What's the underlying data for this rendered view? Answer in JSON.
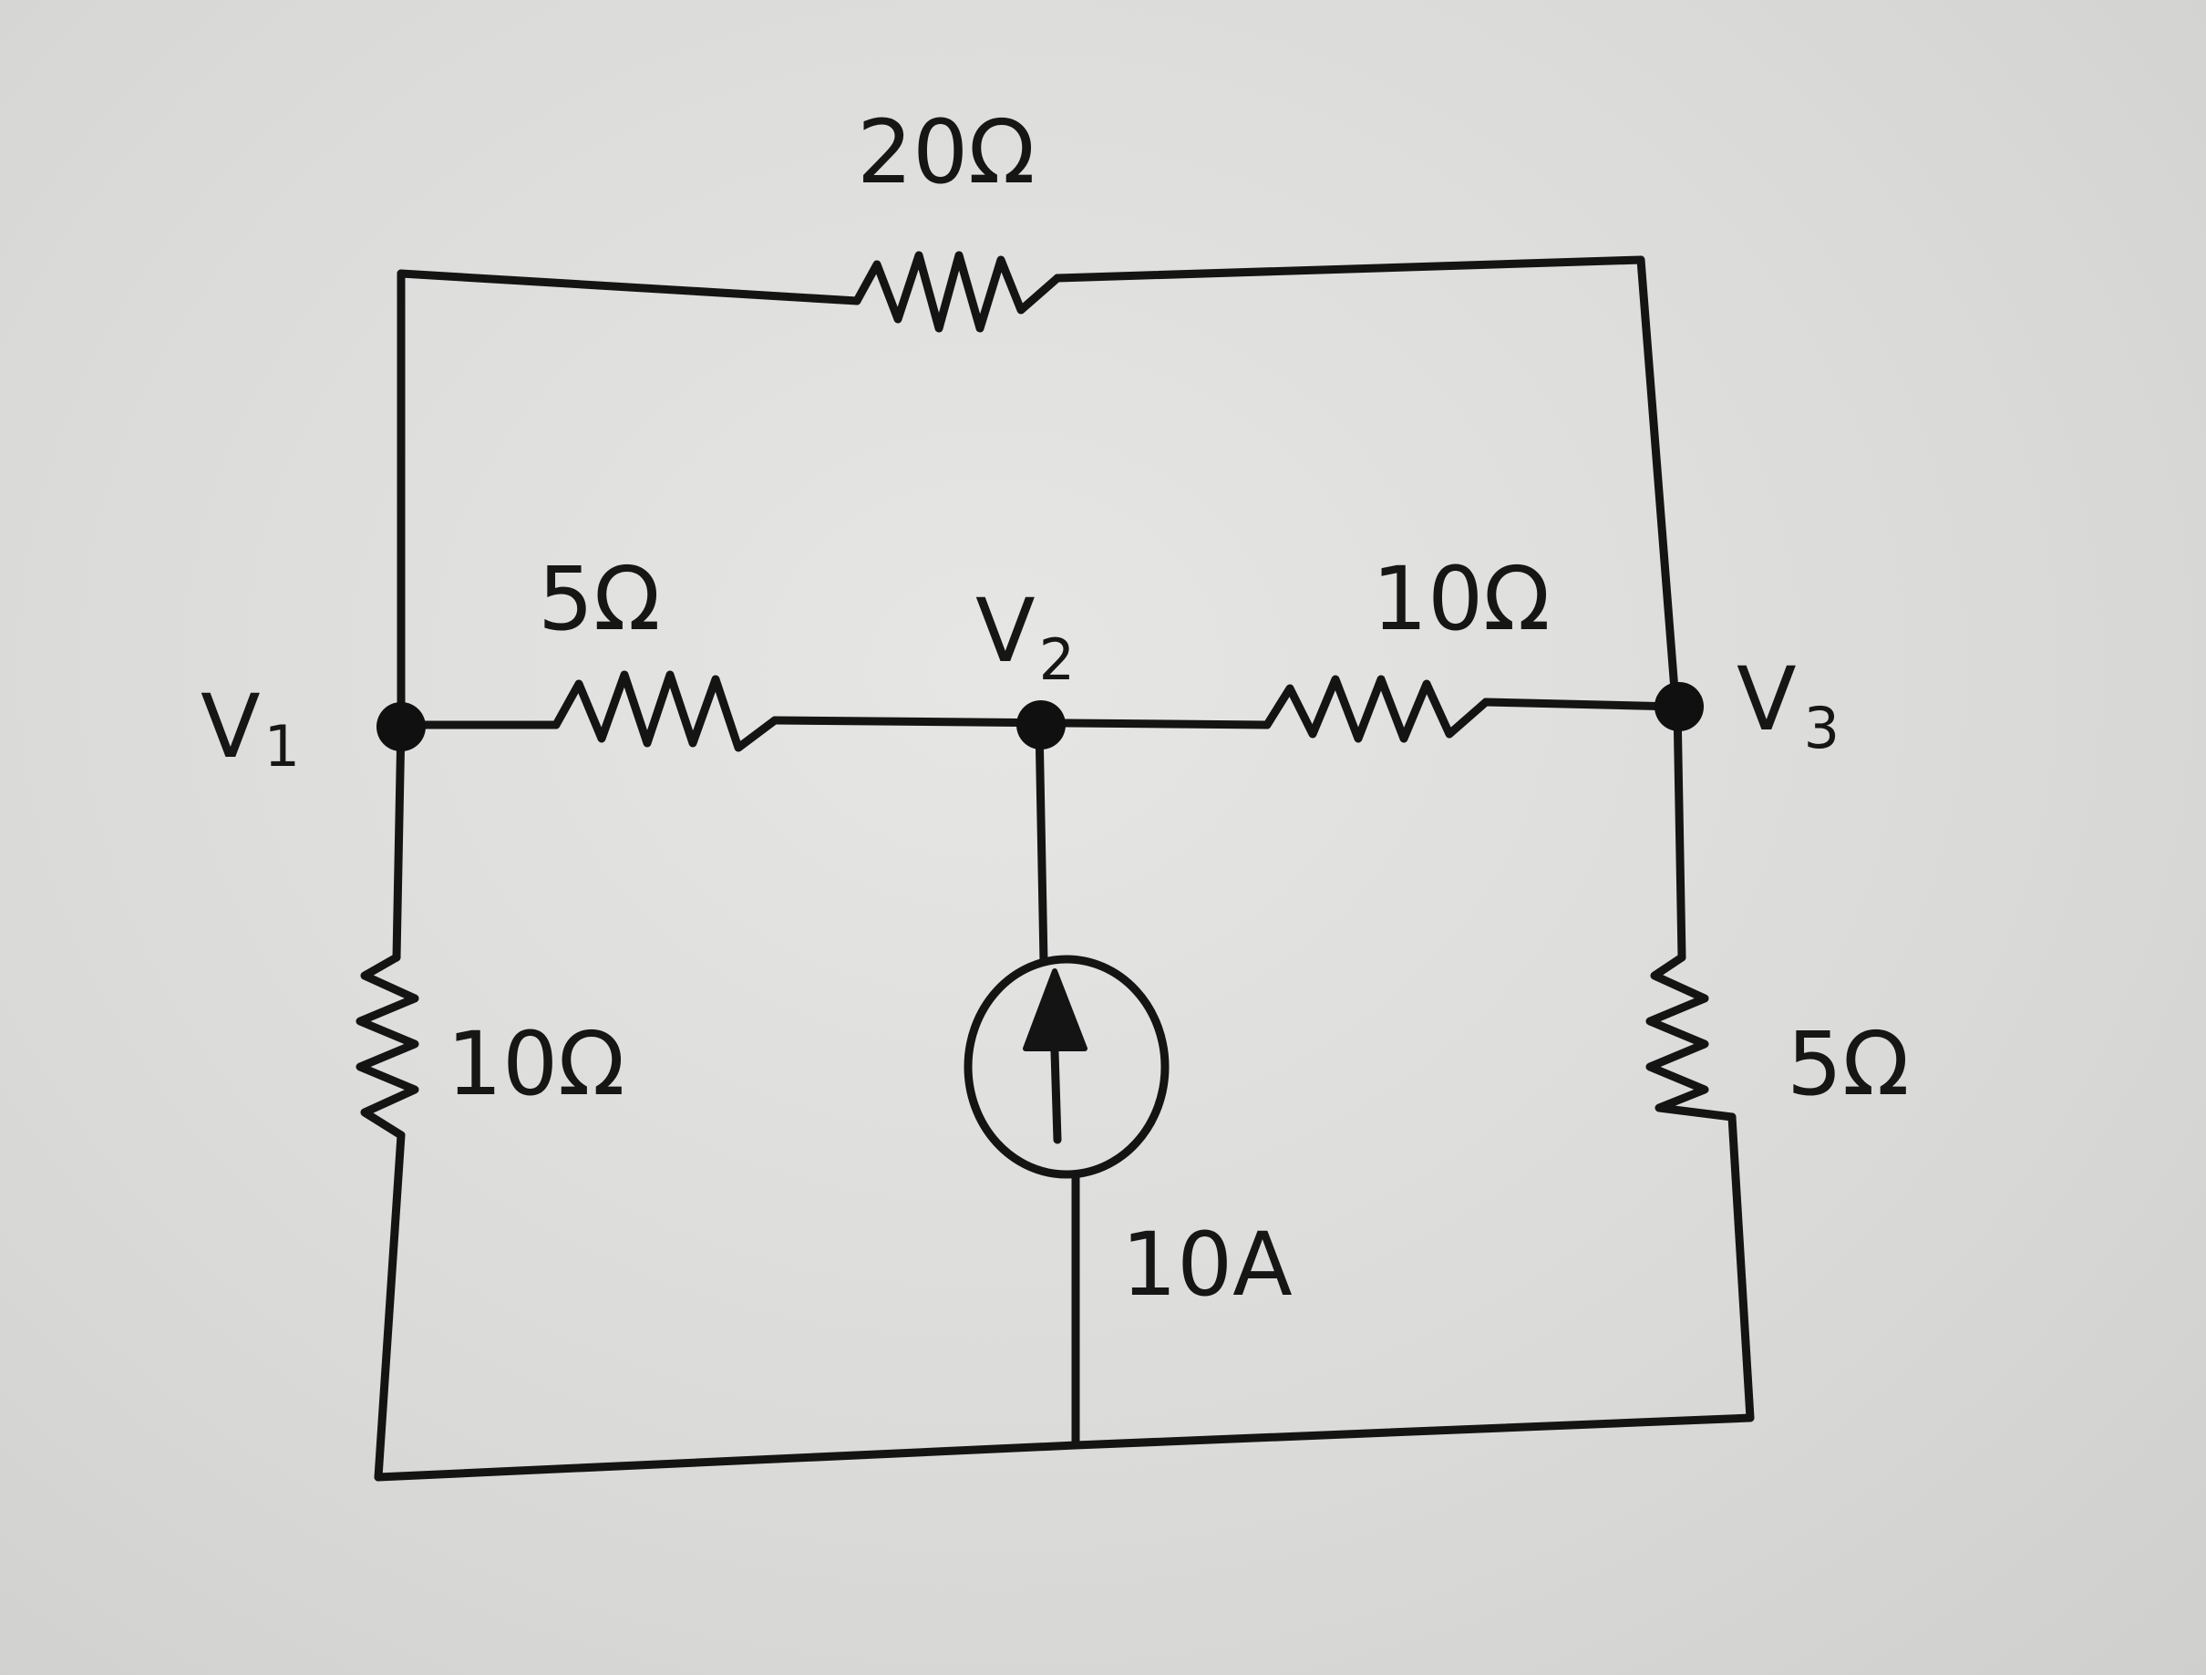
{
  "diagram": {
    "resistors": {
      "top": "20Ω",
      "left_middle": "5Ω",
      "right_middle": "10Ω",
      "left_bottom": "10Ω",
      "right_bottom": "5Ω"
    },
    "nodes": {
      "v1": {
        "main": "V",
        "sub": "1"
      },
      "v2": {
        "main": "V",
        "sub": "2"
      },
      "v3": {
        "main": "V",
        "sub": "3"
      }
    },
    "source": {
      "label": "10A",
      "type": "current-source-up"
    }
  }
}
